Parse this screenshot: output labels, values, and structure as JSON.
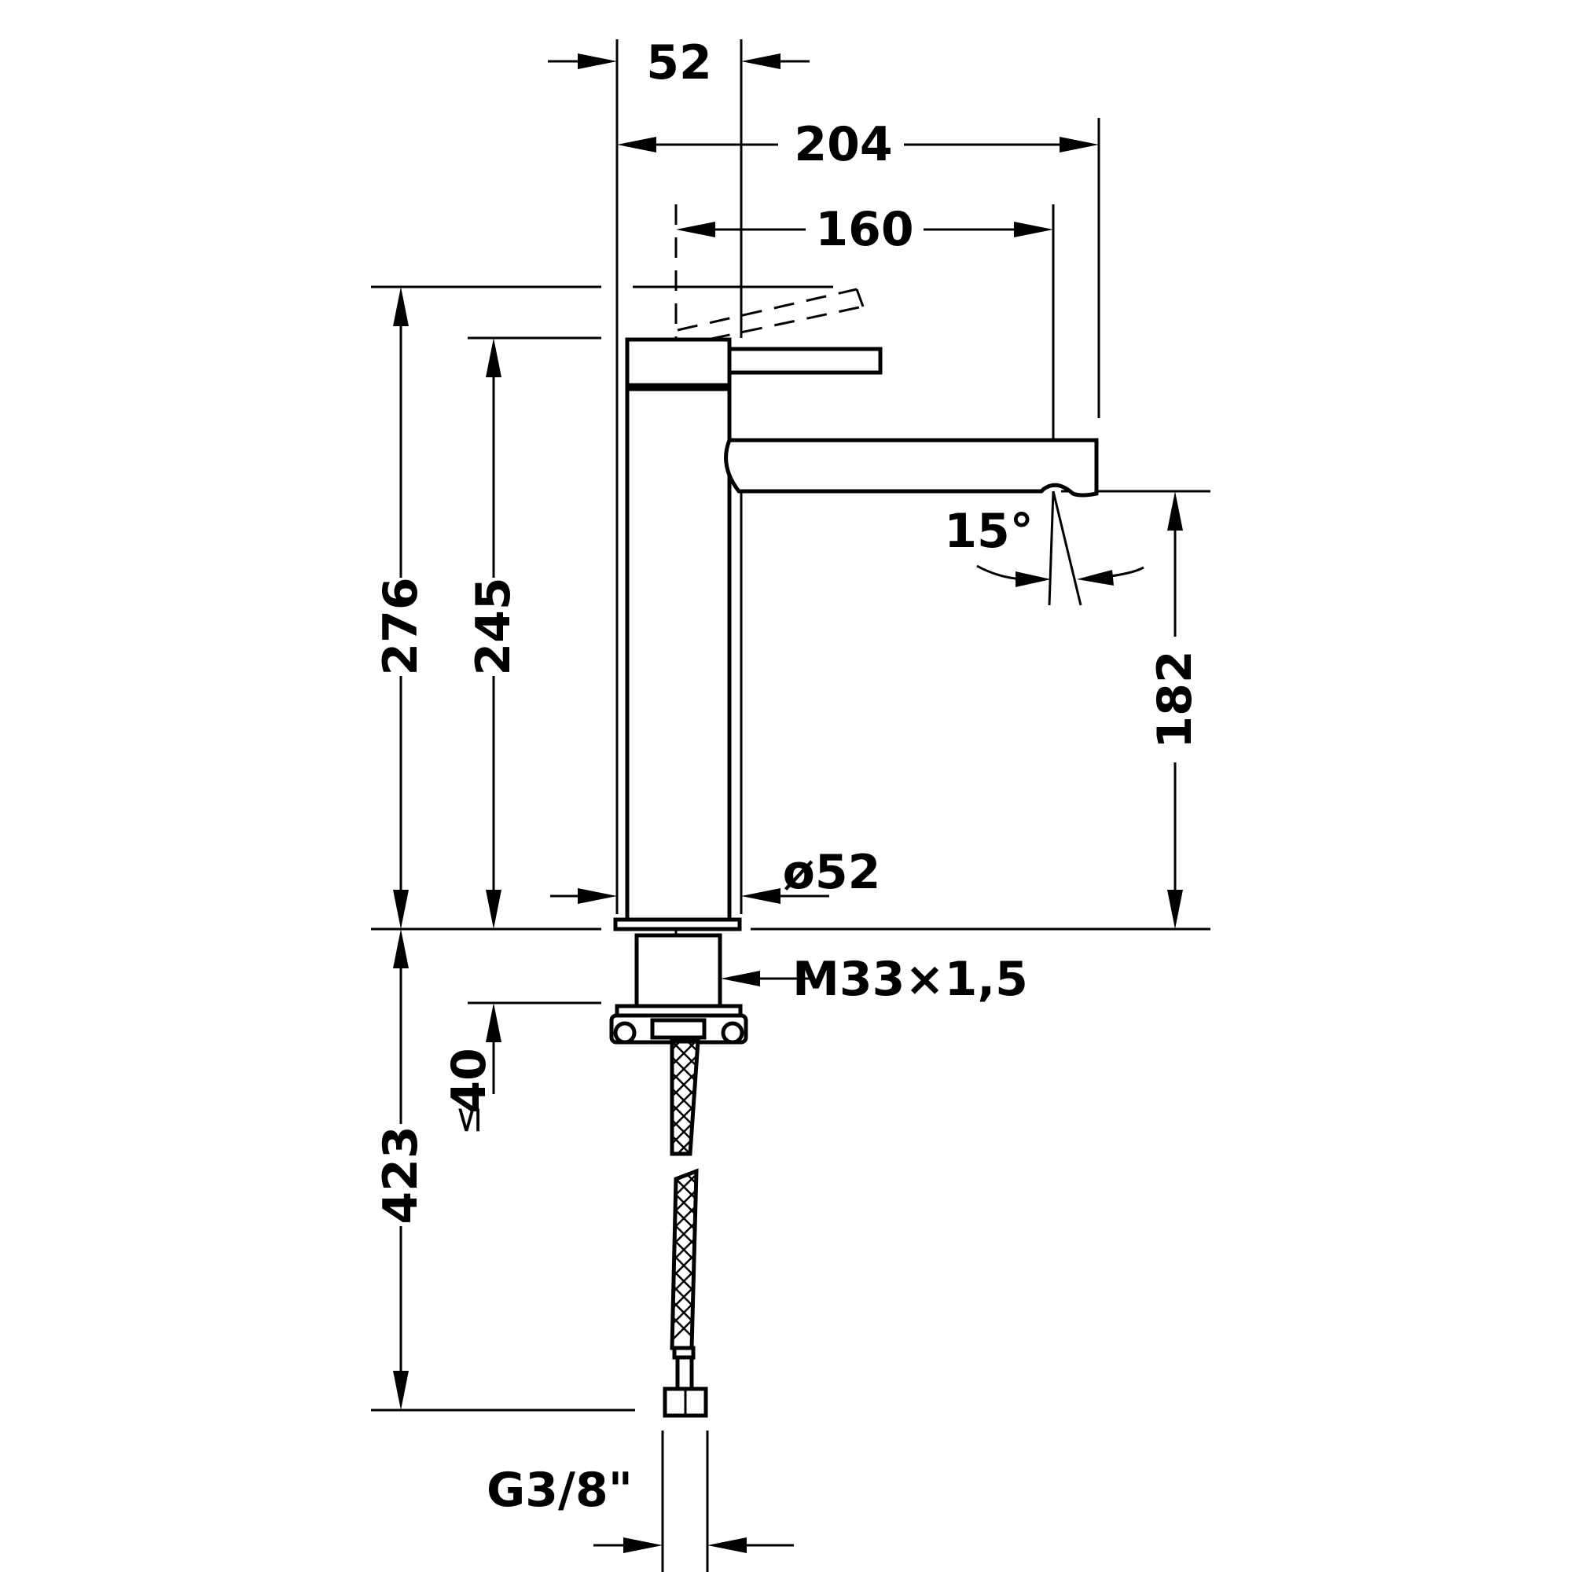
{
  "drawing": {
    "dimensions": {
      "top_offset": "52",
      "total_projection": "204",
      "spout_reach": "160",
      "total_height": "276",
      "body_height": "245",
      "outlet_height": "182",
      "body_diameter": "ø52",
      "thread": "M33×1,5",
      "max_countertop_thickness": "40",
      "max_countertop_symbol": "≤",
      "hose_length": "423",
      "hose_connection": "G3/8\"",
      "spout_angle": "15°"
    },
    "colors": {
      "line": "#000000",
      "background": "#ffffff"
    }
  }
}
